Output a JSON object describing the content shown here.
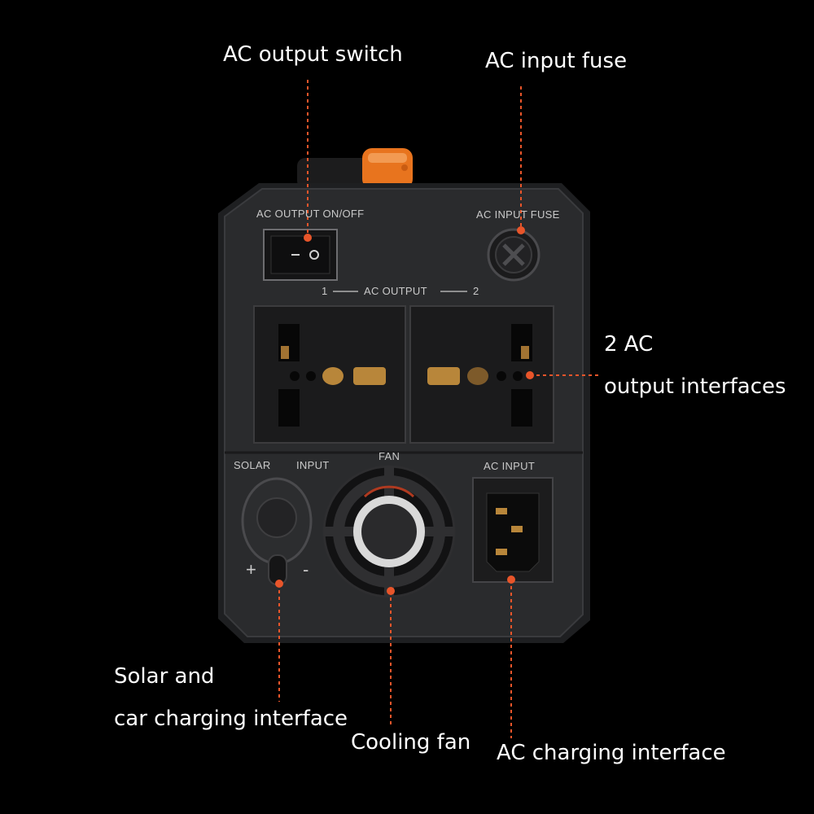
{
  "callouts": {
    "ac_output_switch": "AC output switch",
    "ac_input_fuse": "AC input fuse",
    "ac_output_interfaces_line1": "2 AC",
    "ac_output_interfaces_line2": "output interfaces",
    "solar_line1": "Solar and",
    "solar_line2": "car charging interface",
    "cooling_fan": "Cooling fan",
    "ac_charging_interface": "AC charging interface"
  },
  "panel_labels": {
    "ac_output_onoff": "AC OUTPUT ON/OFF",
    "ac_input_fuse": "AC INPUT FUSE",
    "ac_output_num1": "1",
    "ac_output": "AC OUTPUT",
    "ac_output_num2": "2",
    "solar": "SOLAR",
    "input": "INPUT",
    "fan": "FAN",
    "ac_input": "AC INPUT",
    "plus": "+",
    "minus": "-"
  },
  "colors": {
    "background": "#000000",
    "body": "#262729",
    "accent_orange": "#e8741e",
    "callout_line": "#e8552a",
    "callout_text": "#ffffff"
  }
}
